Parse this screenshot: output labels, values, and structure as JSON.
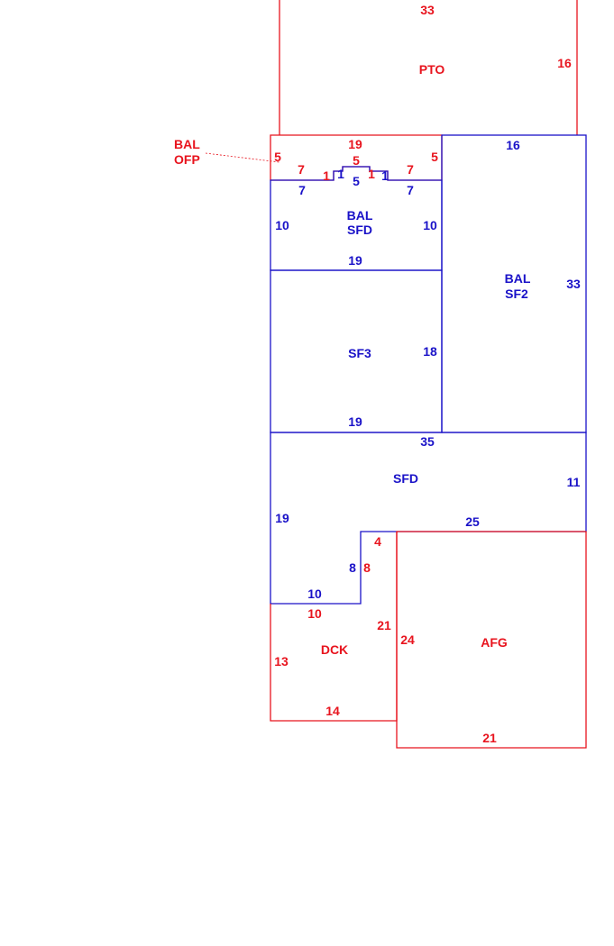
{
  "colors": {
    "red": "#e8141e",
    "blue": "#1a12c8",
    "background": "#ffffff"
  },
  "areas": {
    "pto": {
      "label": "PTO",
      "top": "33",
      "right": "16"
    },
    "bal_ofp": {
      "label_line1": "BAL",
      "label_line2": "OFP",
      "top": "19",
      "left": "5",
      "right": "5",
      "step_left": "7",
      "step_right": "7",
      "notch_top": "5",
      "notch_left": "1",
      "notch_right": "1"
    },
    "bal_sfd": {
      "label_line1": "BAL",
      "label_line2": "SFD",
      "top_left": "7",
      "top_right": "7",
      "top_center": "5",
      "notch_left": "1",
      "notch_right": "1",
      "left": "10",
      "right": "10",
      "bottom": "19"
    },
    "bal_sf2": {
      "label_line1": "BAL",
      "label_line2": "SF2",
      "top": "16",
      "right": "33"
    },
    "sf3": {
      "label": "SF3",
      "right": "18",
      "bottom": "19"
    },
    "sfd": {
      "label": "SFD",
      "top": "35",
      "right": "11",
      "left": "19",
      "step_top": "25",
      "inner_right": "8",
      "bottom": "10"
    },
    "dck": {
      "label": "DCK",
      "top": "10",
      "left": "13",
      "right": "21",
      "bottom": "14"
    },
    "afg": {
      "label": "AFG",
      "notch_top": "4",
      "notch_side": "8",
      "left": "24",
      "bottom": "21"
    }
  }
}
